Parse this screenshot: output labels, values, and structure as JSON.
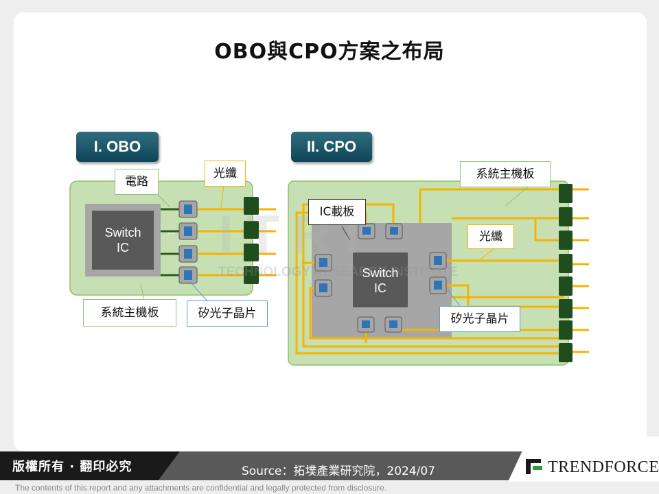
{
  "title": "OBO與CPO方案之布局",
  "obo": {
    "badge": "I. OBO",
    "ic_line1": "Switch",
    "ic_line2": "IC",
    "ellipsis": "...",
    "label_circuit": "電路",
    "label_fiber": "光纖",
    "label_board": "系統主機板",
    "label_photonics": "矽光子晶片"
  },
  "cpo": {
    "badge": "II. CPO",
    "ic_line1": "Switch",
    "ic_line2": "IC",
    "label_board": "系統主機板",
    "label_substrate": "IC載板",
    "label_fiber": "光纖",
    "label_photonics": "矽光子晶片"
  },
  "watermark": {
    "main": "ITRI",
    "sub": "TECHNOLOGY RESEARCH INSTITUTE"
  },
  "footer": {
    "copyright": "版權所有 · 翻印必究",
    "source": "Source：拓墣產業研究院，2024/07",
    "logo": "TRENDFORCE",
    "disclaimer": "The contents of this report and any attachments are confidential and legally protected from disclosure."
  },
  "colors": {
    "board_green": "#c6e0b4",
    "board_border": "#8fbf6f",
    "fiber_yellow": "#f4b400",
    "connector_green": "#1e4d1e",
    "chip_blue": "#2e75b6",
    "badge_teal": "#1a5568"
  }
}
